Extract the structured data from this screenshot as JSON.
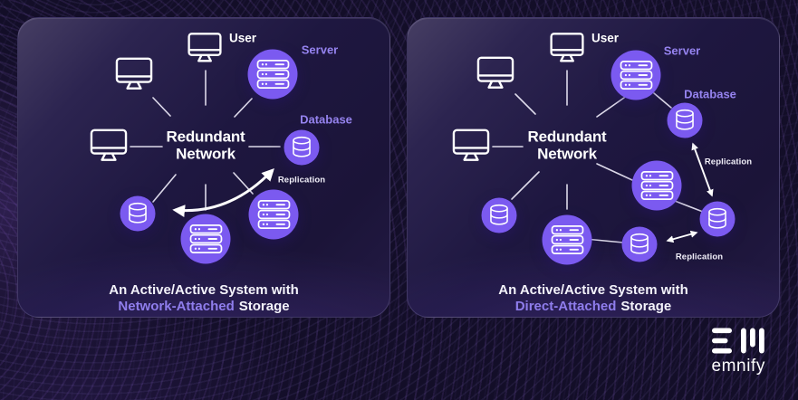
{
  "diagram": {
    "panels": [
      {
        "hub": "Redundant Network",
        "user_label": "User",
        "server_label": "Server",
        "database_label": "Database",
        "replication_label": "Replication",
        "caption_line1": "An Active/Active System with",
        "caption_highlight": "Network-Attached",
        "caption_suffix": "Storage"
      },
      {
        "hub": "Redundant Network",
        "user_label": "User",
        "server_label": "Server",
        "database_label": "Database",
        "replication_label": "Replication",
        "caption_line1": "An Active/Active System with",
        "caption_highlight": "Direct-Attached",
        "caption_suffix": "Storage"
      }
    ],
    "footer": {
      "brand": "emnify"
    },
    "icons": {
      "monitor": "monitor-icon",
      "server": "server-rack-icon",
      "database": "database-cylinder-icon",
      "logo": "emnify-logo-icon"
    },
    "colors": {
      "background": "#130E28",
      "node_purple": "#7B5AF0",
      "label_purple": "#9583EF",
      "caption_highlight": "#8F7DEC",
      "line_white": "#EDEAF8"
    }
  }
}
